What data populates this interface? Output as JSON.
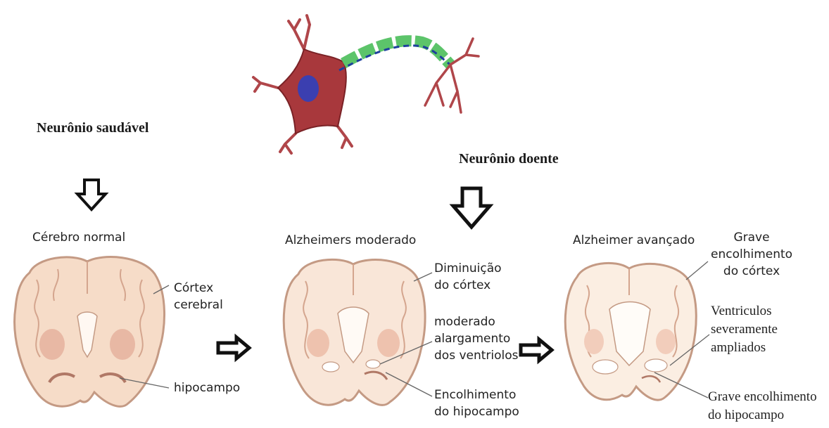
{
  "headings": {
    "healthy_neuron": "Neurônio saudável",
    "sick_neuron": "Neurônio doente"
  },
  "stages": {
    "normal": {
      "title": "Cérebro normal",
      "labels": {
        "cortex": "Córtex\ncerebral",
        "hippocampus": "hipocampo"
      }
    },
    "moderate": {
      "title": "Alzheimers moderado",
      "labels": {
        "cortex": "Diminuição\ndo córtex",
        "ventricles": "moderado\nalargamento\ndos ventriolos",
        "hippocampus": "Encolhimento\ndo hipocampo"
      }
    },
    "advanced": {
      "title": "Alzheimer avançado",
      "labels": {
        "cortex": "Grave\nencolhimento\ndo córtex",
        "ventricles": "Ventriculos\nseveramente\nampliados",
        "hippocampus": "Grave encolhimento\ndo hipocampo"
      }
    }
  },
  "colors": {
    "brain_fill": "#f6dcc8",
    "brain_outline": "#c49a84",
    "neuron_body": "#a8383c",
    "neuron_nucleus": "#3b3fb0",
    "myelin": "#5cc46a",
    "axon_signal": "#1e3f9e"
  },
  "icons": {
    "down_arrow": "hollow-down-arrow",
    "right_arrow": "bold-right-arrow"
  }
}
